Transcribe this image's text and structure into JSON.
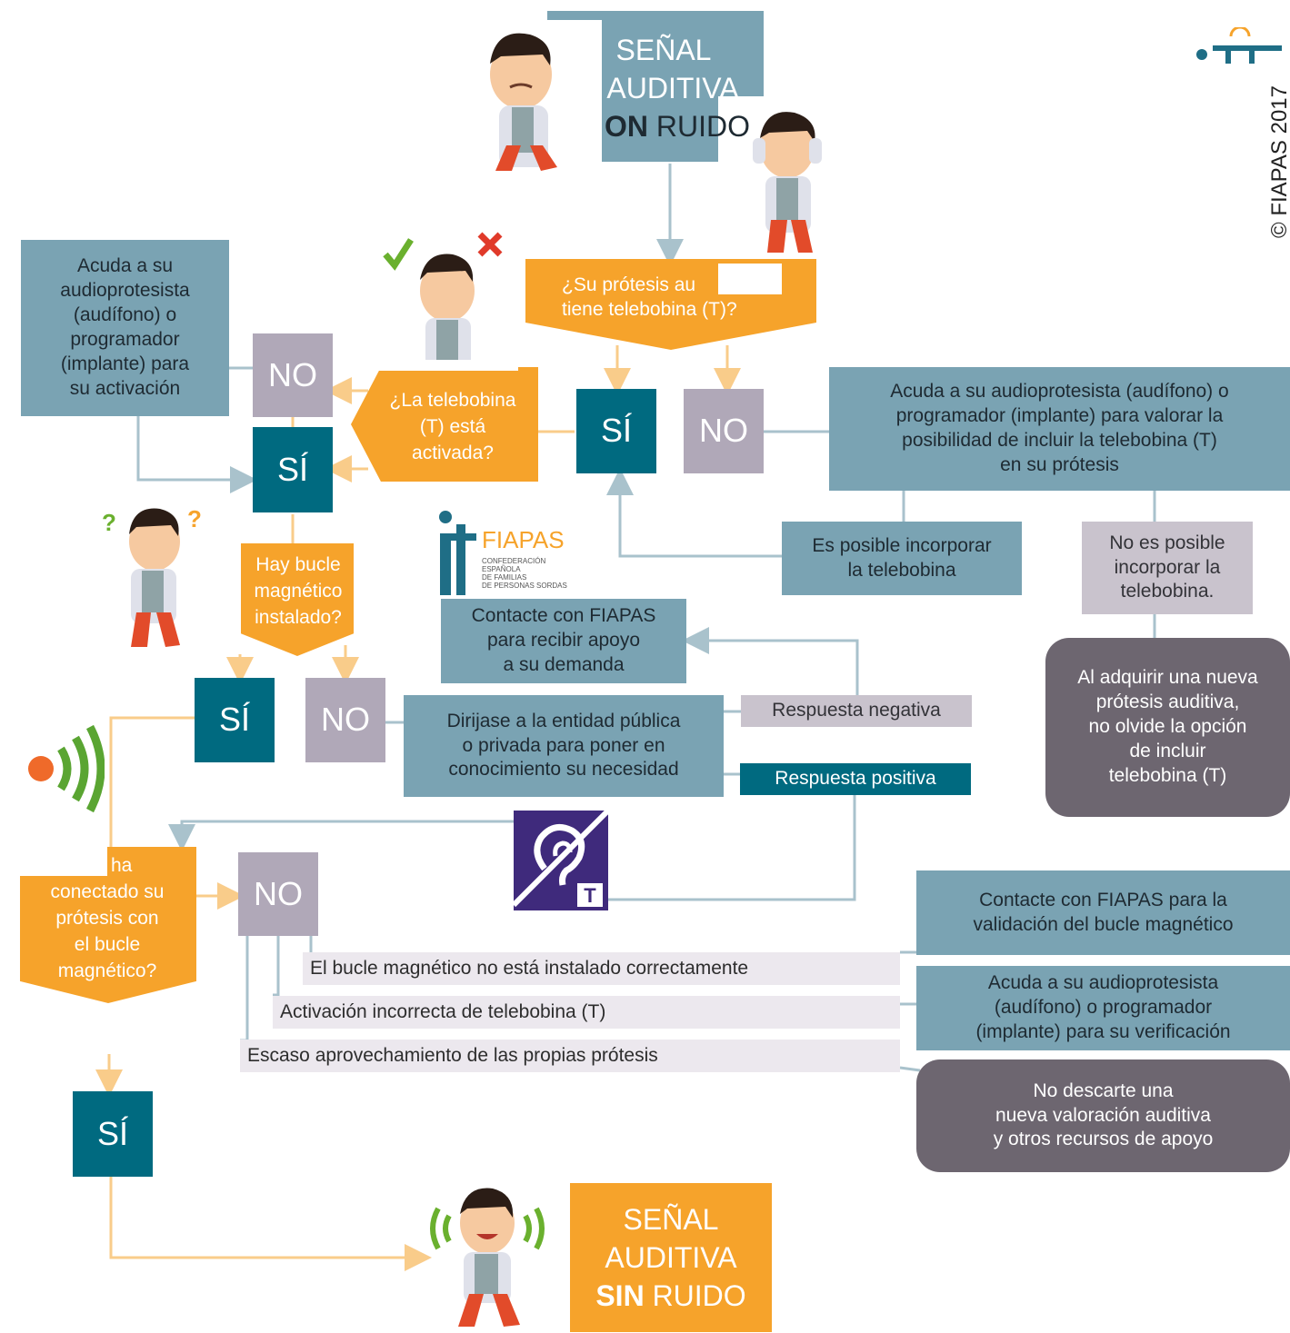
{
  "copyright": "© FIAPAS 2017",
  "start": {
    "line1": "SEÑAL",
    "line2": "AUDITIVA",
    "bold": "ON",
    "rest": " RUIDO"
  },
  "end": {
    "line1": "SEÑAL",
    "line2": "AUDITIVA",
    "bold": "SIN",
    "rest": " RUIDO"
  },
  "q_telebobina": {
    "line1": "¿Su prótesis au",
    "line2": "tiene telebobina (T)?"
  },
  "q_activada": {
    "line1": "¿La telebobina",
    "line2": "(T) está",
    "line3": "activada?"
  },
  "q_bucle": {
    "line1": "Hay bucle",
    "line2": "magnético",
    "line3": "instalado?"
  },
  "q_conectado": {
    "line1": "ha",
    "line2": "conectado su",
    "line3": "prótesis con",
    "line4": "el bucle",
    "line5": "magnético?"
  },
  "labels": {
    "si": "SÍ",
    "no": "NO"
  },
  "box_activacion": {
    "line1": "Acuda a su",
    "line2": "audioprotesista",
    "line3": "(audífono) o",
    "line4": "programador",
    "line5": "(implante) para",
    "line6": "su activación"
  },
  "box_valorar": {
    "line1": "Acuda a su audioprotesista (audífono) o",
    "line2": "programador (implante) para valorar la",
    "line3": "posibilidad de incluir la telebobina (T)",
    "line4": "en su prótesis"
  },
  "box_posible": {
    "line1": "Es posible incorporar",
    "line2": "la telebobina"
  },
  "box_noposible": {
    "line1": "No es posible",
    "line2": "incorporar la",
    "line3": "telebobina."
  },
  "box_adquirir": {
    "line1": "Al adquirir una nueva",
    "line2": "prótesis auditiva,",
    "line3": "no olvide la opción",
    "line4": "de incluir",
    "line5": "telebobina (T)"
  },
  "box_contacte_apoyo": {
    "line1": "Contacte con FIAPAS",
    "line2": "para recibir apoyo",
    "line3": "a su demanda"
  },
  "box_dirijase": {
    "line1": "Dirijase a la entidad pública",
    "line2": "o privada para poner en",
    "line3": "conocimiento su necesidad"
  },
  "respuesta_negativa": "Respuesta negativa",
  "respuesta_positiva": "Respuesta positiva",
  "fiapas_logo": {
    "name": "FIAPAS",
    "sub1": "CONFEDERACIÓN",
    "sub2": "ESPAÑOLA",
    "sub3": "DE FAMILIAS",
    "sub4": "DE PERSONAS SORDAS"
  },
  "problems": [
    "El bucle magnético no está instalado correctamente",
    "Activación incorrecta de telebobina (T)",
    "Escaso aprovechamiento de las propias prótesis"
  ],
  "box_validacion": {
    "line1": "Contacte con FIAPAS para la",
    "line2": "validación del bucle magnético"
  },
  "box_verificacion": {
    "line1": "Acuda a su audioprotesista",
    "line2": "(audífono) o programador",
    "line3": "(implante) para su verificación"
  },
  "box_nodescarte": {
    "line1": "No descarte una",
    "line2": "nueva valoración auditiva",
    "line3": "y otros recursos de apoyo"
  },
  "colors": {
    "teal": "#7aa3b3",
    "dark_teal": "#006a80",
    "grey": "#b0a8b8",
    "orange": "#f6a32b",
    "dark_grey": "#6d6670"
  }
}
